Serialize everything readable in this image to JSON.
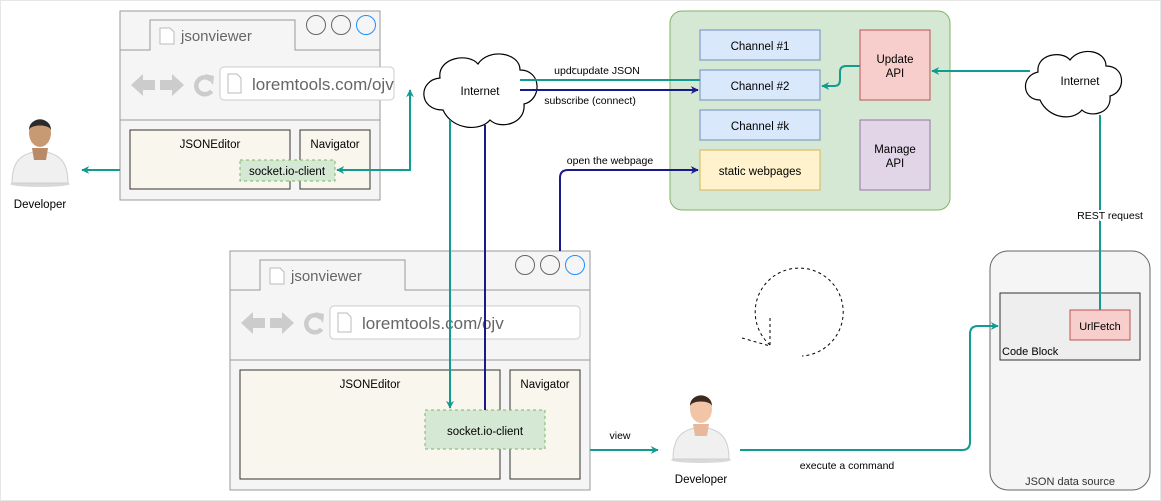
{
  "browser_top": {
    "tab_title": "jsonviewer",
    "url": "loremtools.com/ojv",
    "editor_label": "JSONEditor",
    "navigator_label": "Navigator",
    "client_label": "socket.io-client"
  },
  "browser_bottom": {
    "tab_title": "jsonviewer",
    "url": "loremtools.com/ojv",
    "editor_label": "JSONEditor",
    "navigator_label": "Navigator",
    "client_label": "socket.io-client"
  },
  "developer_left": {
    "label": "Developer"
  },
  "developer_bottom": {
    "label": "Developer"
  },
  "internet_left": {
    "label": "Internet"
  },
  "internet_right": {
    "label": "Internet"
  },
  "server": {
    "channels": [
      "Channel #1",
      "Channel #2",
      "Channel #k"
    ],
    "static_label": "static webpages",
    "update_api_line1": "Update",
    "update_api_line2": "API",
    "manage_api_line1": "Manage",
    "manage_api_line2": "API"
  },
  "edges": {
    "update_json": "updꞇupdate JSON",
    "subscribe": "subscribe (connect)",
    "open_webpage": "open the webpage",
    "rest_request": "REST request",
    "view": "view",
    "execute": "execute a command"
  },
  "data_source": {
    "label": "JSON data source",
    "code_block_label": "Code Block",
    "urlfetch_label": "UrlFetch"
  },
  "colors": {
    "teal": "#129b90",
    "navy": "#1a1a8c",
    "server_bg": "#d5e8d4",
    "server_border": "#82b366",
    "channel_bg": "#dae8fc",
    "channel_border": "#6c8ebf",
    "update_api_bg": "#f8cecc",
    "update_api_border": "#b85450",
    "manage_api_bg": "#e1d5e7",
    "manage_api_border": "#9673a6",
    "static_bg": "#fff2cc",
    "static_border": "#d6b656"
  }
}
